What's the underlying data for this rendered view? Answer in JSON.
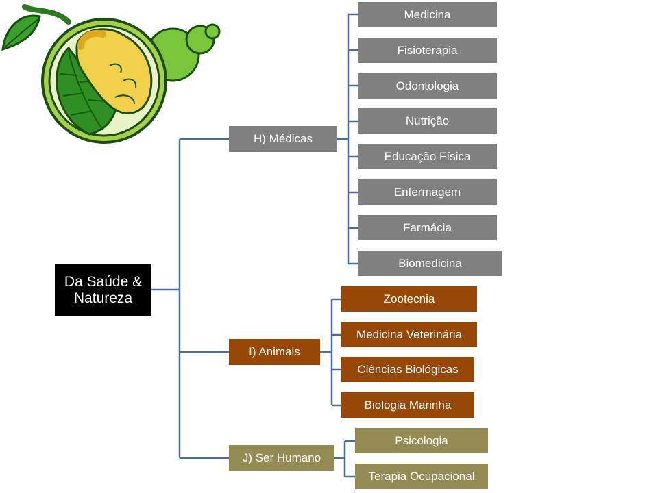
{
  "root": {
    "line1": "Da Saúde &",
    "line2": "Natureza"
  },
  "groups": {
    "medicas": {
      "label": "H) Médicas",
      "items": [
        "Medicina",
        "Fisioterapia",
        "Odontologia",
        "Nutrição",
        "Educação Física",
        "Enfermagem",
        "Farmácia",
        "Biomedicina"
      ]
    },
    "animais": {
      "label": "I) Animais",
      "items": [
        "Zootecnia",
        "Medicina Veterinária",
        "Ciências Biológicas",
        "Biologia Marinha"
      ]
    },
    "humano": {
      "label": "J) Ser Humano",
      "items": [
        "Psicologia",
        "Terapia Ocupacional"
      ]
    }
  },
  "colors": {
    "medicas": "#808080",
    "animais": "#974806",
    "humano": "#948a54",
    "connector": "#4a6f9c"
  }
}
